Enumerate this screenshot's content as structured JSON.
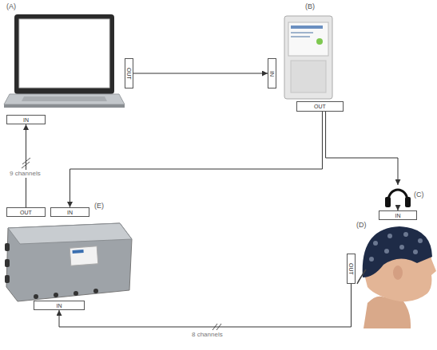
{
  "diagram": {
    "nodes": [
      {
        "text": [
          "(A)"
        ]
      },
      {
        "text": [
          "(B)"
        ]
      },
      {
        "text": [
          "OUT"
        ]
      },
      {
        "text": [
          "IN"
        ]
      },
      {
        "text": [
          "IN"
        ]
      },
      {
        "text": [
          "OUT"
        ]
      },
      {
        "text": [
          "(C)"
        ]
      },
      {
        "text": [
          "IN"
        ]
      },
      {
        "text": [
          "OUT"
        ]
      },
      {
        "text": [
          "IN"
        ]
      },
      {
        "text": [
          "(D)"
        ]
      },
      {
        "text": [
          "OUT"
        ]
      },
      {
        "text": [
          "(E)"
        ]
      },
      {
        "text": [
          "IN"
        ]
      }
    ],
    "edges": [
      {
        "from": 2,
        "to": 3,
        "arrow": "to"
      },
      {
        "from": 5,
        "to": 9,
        "arrow": "to"
      },
      {
        "from": 5,
        "to": 6,
        "arrow": "to"
      },
      {
        "from": 6,
        "to": 7,
        "arrow": "to"
      },
      {
        "from": 11,
        "to": 13,
        "arrow": "to",
        "label": "8 channels"
      },
      {
        "from": 8,
        "to": 4,
        "arrow": "to",
        "label": "9 channels"
      }
    ]
  }
}
